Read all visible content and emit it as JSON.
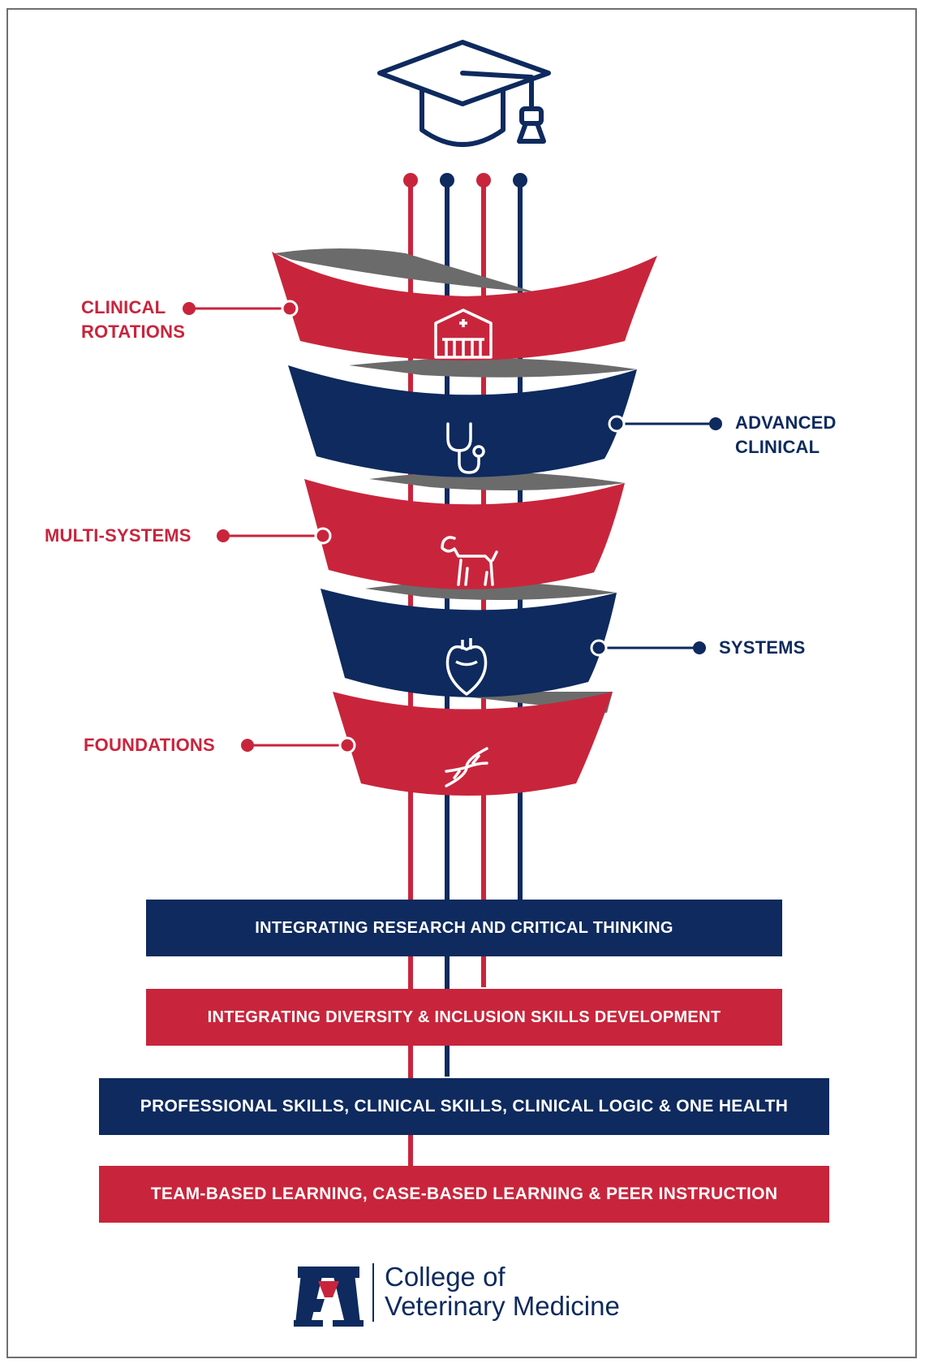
{
  "colors": {
    "red": "#c8253c",
    "navy": "#0e2a5e",
    "grey": "#6b6b6b"
  },
  "top_icon": "graduation-cap-icon",
  "tiers": [
    {
      "label": "CLINICAL\nROTATIONS",
      "side": "left",
      "color": "red",
      "icon": "animal-hospital-icon"
    },
    {
      "label": "ADVANCED\nCLINICAL",
      "side": "right",
      "color": "navy",
      "icon": "stethoscope-icon"
    },
    {
      "label": "MULTI-SYSTEMS",
      "side": "left",
      "color": "red",
      "icon": "dog-icon"
    },
    {
      "label": "SYSTEMS",
      "side": "right",
      "color": "navy",
      "icon": "heart-icon"
    },
    {
      "label": "FOUNDATIONS",
      "side": "left",
      "color": "red",
      "icon": "dna-icon"
    }
  ],
  "bars": [
    {
      "text": "INTEGRATING RESEARCH AND CRITICAL THINKING",
      "color": "navy"
    },
    {
      "text": "INTEGRATING DIVERSITY & INCLUSION SKILLS DEVELOPMENT",
      "color": "red"
    },
    {
      "text": "PROFESSIONAL SKILLS, CLINICAL SKILLS, CLINICAL LOGIC & ONE HEALTH",
      "color": "navy"
    },
    {
      "text": "TEAM-BASED LEARNING, CASE-BASED LEARNING & PEER INSTRUCTION",
      "color": "red"
    }
  ],
  "footer": {
    "logo": "university-a-logo",
    "text": "College of\nVeterinary Medicine"
  }
}
